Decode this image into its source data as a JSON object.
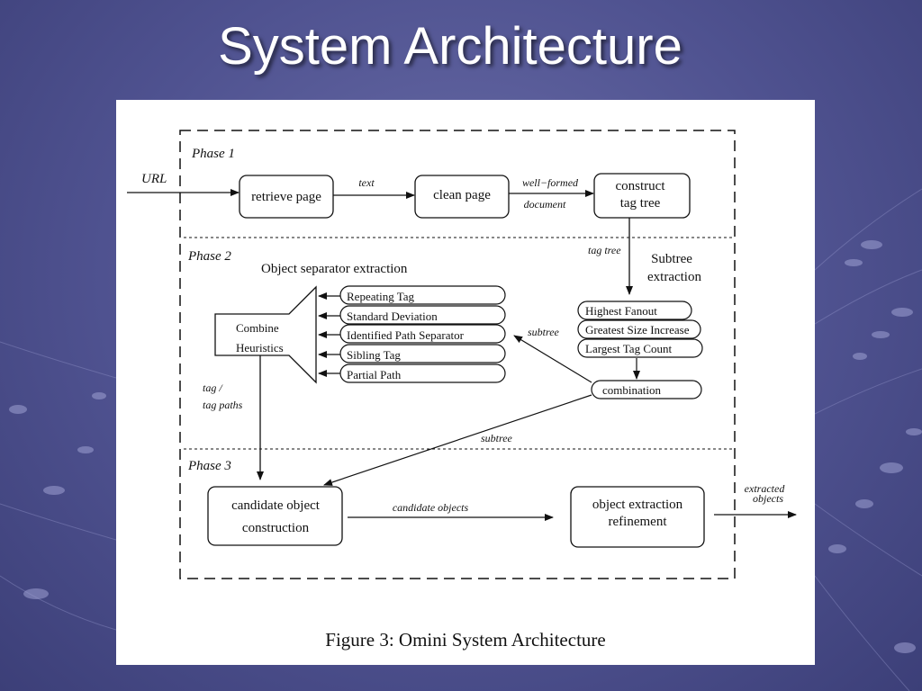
{
  "slide": {
    "title": "System Architecture"
  },
  "figure": {
    "caption": "Figure 3: Omini System Architecture",
    "phases": [
      "Phase 1",
      "Phase 2",
      "Phase 3"
    ],
    "input_label": "URL",
    "nodes": {
      "retrieve_page": "retrieve page",
      "clean_page": "clean page",
      "construct_tag_tree": [
        "construct",
        "tag tree"
      ],
      "combine_heuristics": [
        "Combine",
        "Heuristics"
      ],
      "combination": "combination",
      "candidate_object_construction": [
        "candidate object",
        "construction"
      ],
      "object_extraction_refinement": [
        "object extraction",
        "refinement"
      ]
    },
    "section_labels": {
      "object_separator_extraction": "Object separator extraction",
      "subtree_extraction": [
        "Subtree",
        "extraction"
      ]
    },
    "heuristics": [
      "Repeating Tag",
      "Standard Deviation",
      "Identified Path Separator",
      "Sibling Tag",
      "Partial Path"
    ],
    "subtree_heuristics": [
      "Highest Fanout",
      "Greatest Size Increase",
      "Largest Tag Count"
    ],
    "edge_labels": {
      "text": "text",
      "well_formed": [
        "well−formed",
        "document"
      ],
      "tag_tree": "tag tree",
      "subtree_upper": "subtree",
      "subtree_lower": "subtree",
      "tag_paths": [
        "tag /",
        "tag paths"
      ],
      "candidate_objects": "candidate objects",
      "extracted_objects": [
        "extracted",
        "objects"
      ]
    }
  }
}
